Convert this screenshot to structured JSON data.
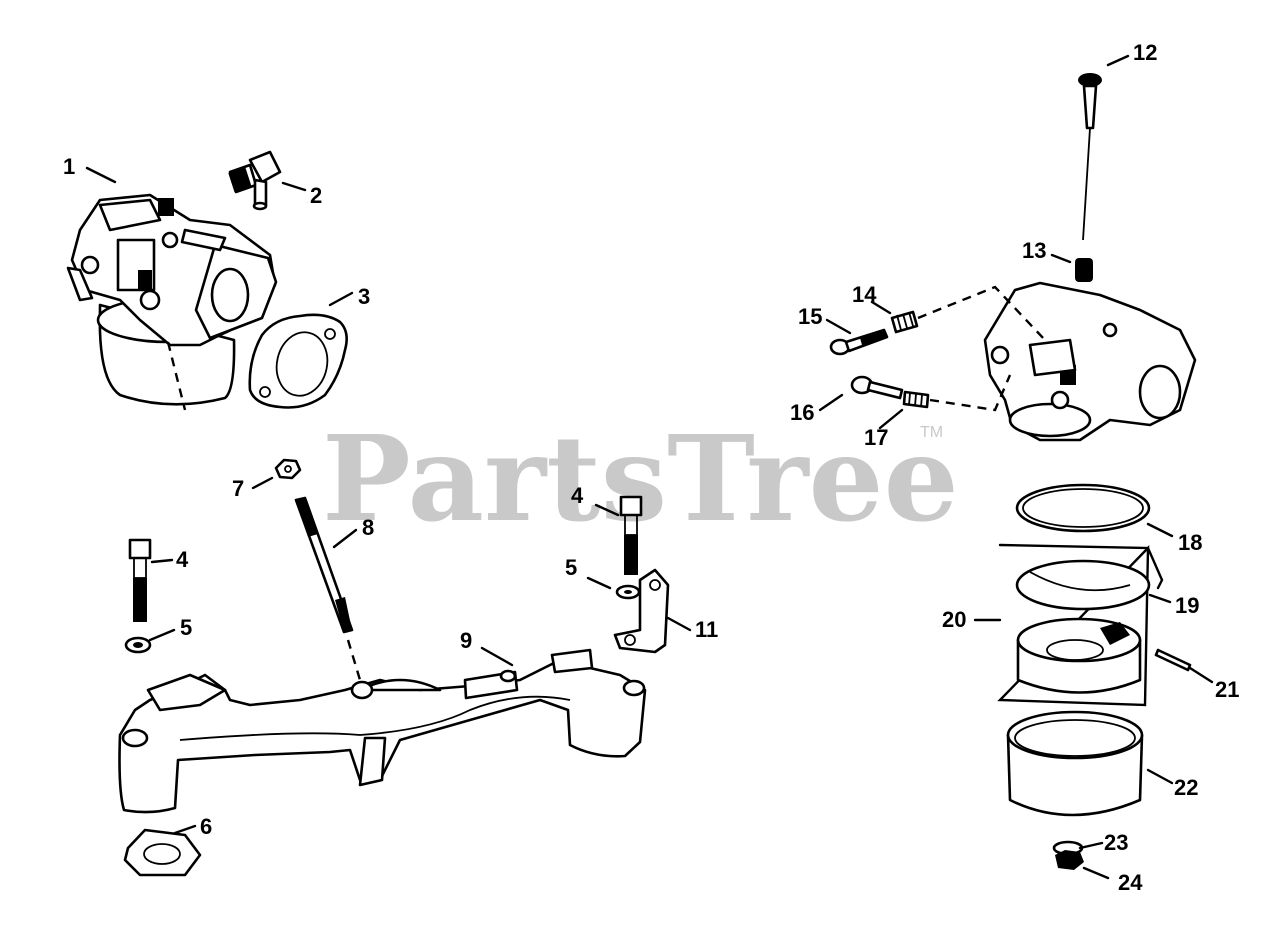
{
  "watermark": {
    "text": "PartsTree",
    "tm": "TM"
  },
  "callouts": [
    "1",
    "2",
    "3",
    "4",
    "5",
    "6",
    "7",
    "8",
    "9",
    "11",
    "12",
    "13",
    "14",
    "15",
    "16",
    "17",
    "18",
    "19",
    "20",
    "21",
    "22",
    "23",
    "24"
  ]
}
